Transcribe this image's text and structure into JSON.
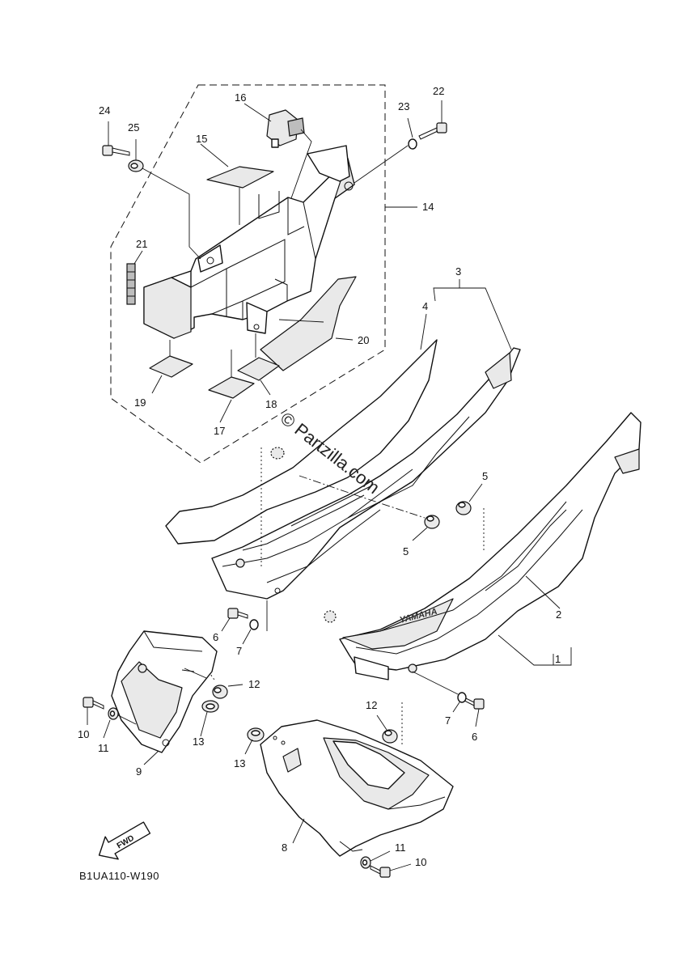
{
  "diagram": {
    "callouts": [
      "1",
      "2",
      "3",
      "4",
      "5",
      "6",
      "7",
      "8",
      "9",
      "10",
      "11",
      "12",
      "13",
      "14",
      "15",
      "16",
      "17",
      "18",
      "19",
      "20",
      "21",
      "22",
      "23",
      "24",
      "25"
    ],
    "repeat_labels": {
      "five": "5",
      "six": "6",
      "seven": "7",
      "ten": "10",
      "eleven": "11",
      "twelve": "12",
      "thirteen": "13"
    },
    "diagram_code": "B1UA110-W190",
    "fwd_label": "FWD",
    "brand_mark": "YAMAHA",
    "watermark": "© Partzilla.com"
  }
}
